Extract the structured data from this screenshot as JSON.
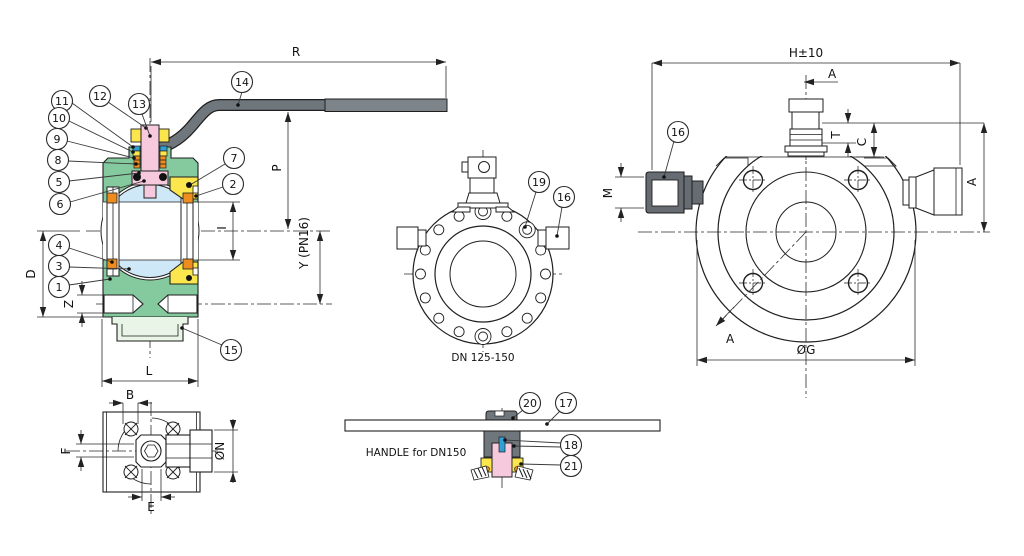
{
  "colors": {
    "body_green": "#85c99e",
    "ball_blue": "#cfe8f7",
    "stem_pink": "#f6c9dc",
    "seat_yellow": "#fbe64d",
    "seal_orange": "#ef8c1f",
    "pin_blue": "#2f9fd4",
    "handle_gray": "#6f777d",
    "grip_gray": "#7d858b",
    "bracket_green": "#e9f5e6",
    "fitting_gray": "#666c71",
    "line": "#1f1f1f"
  },
  "callouts": {
    "1": "1",
    "2": "2",
    "3": "3",
    "4": "4",
    "5": "5",
    "6": "6",
    "7": "7",
    "8": "8",
    "9": "9",
    "10": "10",
    "11": "11",
    "12": "12",
    "13": "13",
    "14": "14",
    "15": "15",
    "16": "16",
    "17": "17",
    "18": "18",
    "19": "19",
    "20": "20",
    "21": "21"
  },
  "dims": {
    "R": "R",
    "P": "P",
    "I": "I",
    "Y_PN16": "Y (PN16)",
    "D": "D",
    "Z": "Z",
    "L": "L",
    "B": "B",
    "F": "F",
    "E": "E",
    "N": "ØN",
    "H": "H±10",
    "T": "T",
    "C": "C",
    "A": "A",
    "M": "M",
    "G": "ØG",
    "section_marker": "A"
  },
  "notes": {
    "dn_range": "DN 125-150",
    "handle_note": "HANDLE for DN150"
  }
}
